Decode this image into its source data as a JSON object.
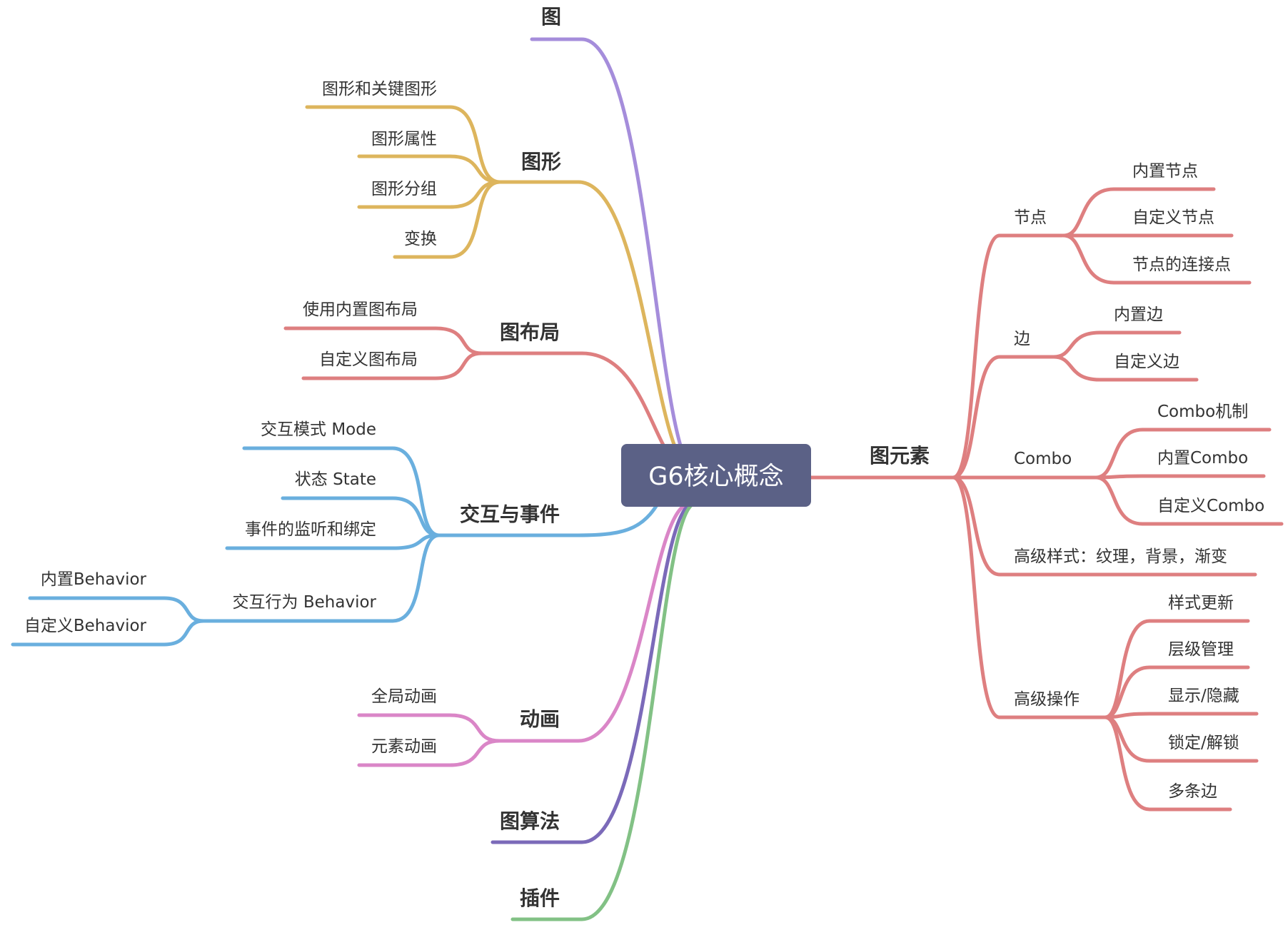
{
  "root": {
    "label": "G6核心概念"
  },
  "colors": {
    "root_fill": "#5b6186",
    "purple": "#a58ddb",
    "yellow": "#ddb55d",
    "red": "#de7f80",
    "blue": "#6aafde",
    "pink": "#da86c7",
    "indigo": "#7b6ab9",
    "green": "#82c185"
  },
  "left_branches": [
    {
      "label": "图",
      "color": "purple",
      "children": []
    },
    {
      "label": "图形",
      "color": "yellow",
      "children": [
        {
          "label": "图形和关键图形",
          "children": []
        },
        {
          "label": "图形属性",
          "children": []
        },
        {
          "label": "图形分组",
          "children": []
        },
        {
          "label": "变换",
          "children": []
        }
      ]
    },
    {
      "label": "图布局",
      "color": "red",
      "children": [
        {
          "label": "使用内置图布局",
          "children": []
        },
        {
          "label": "自定义图布局",
          "children": []
        }
      ]
    },
    {
      "label": "交互与事件",
      "color": "blue",
      "children": [
        {
          "label": "交互模式 Mode",
          "children": []
        },
        {
          "label": "状态 State",
          "children": []
        },
        {
          "label": "事件的监听和绑定",
          "children": []
        },
        {
          "label": "交互行为 Behavior",
          "children": [
            {
              "label": "内置Behavior"
            },
            {
              "label": "自定义Behavior"
            }
          ]
        }
      ]
    },
    {
      "label": "动画",
      "color": "pink",
      "children": [
        {
          "label": "全局动画",
          "children": []
        },
        {
          "label": "元素动画",
          "children": []
        }
      ]
    },
    {
      "label": "图算法",
      "color": "indigo",
      "children": []
    },
    {
      "label": "插件",
      "color": "green",
      "children": []
    }
  ],
  "right_branch": {
    "label": "图元素",
    "color": "red",
    "children": [
      {
        "label": "节点",
        "children": [
          {
            "label": "内置节点"
          },
          {
            "label": "自定义节点"
          },
          {
            "label": "节点的连接点"
          }
        ]
      },
      {
        "label": "边",
        "children": [
          {
            "label": "内置边"
          },
          {
            "label": "自定义边"
          }
        ]
      },
      {
        "label": "Combo",
        "children": [
          {
            "label": "Combo机制"
          },
          {
            "label": "内置Combo"
          },
          {
            "label": "自定义Combo"
          }
        ]
      },
      {
        "label": "高级样式：纹理，背景，渐变",
        "children": []
      },
      {
        "label": "高级操作",
        "children": [
          {
            "label": "样式更新"
          },
          {
            "label": "层级管理"
          },
          {
            "label": "显示/隐藏"
          },
          {
            "label": "锁定/解锁"
          },
          {
            "label": "多条边"
          }
        ]
      }
    ]
  }
}
